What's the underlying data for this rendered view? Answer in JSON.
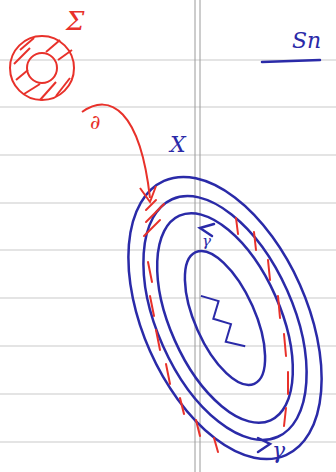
{
  "diagram": {
    "labels": [
      "Σ",
      "∂",
      "X",
      "γ",
      "γ",
      "Sn"
    ]
  }
}
